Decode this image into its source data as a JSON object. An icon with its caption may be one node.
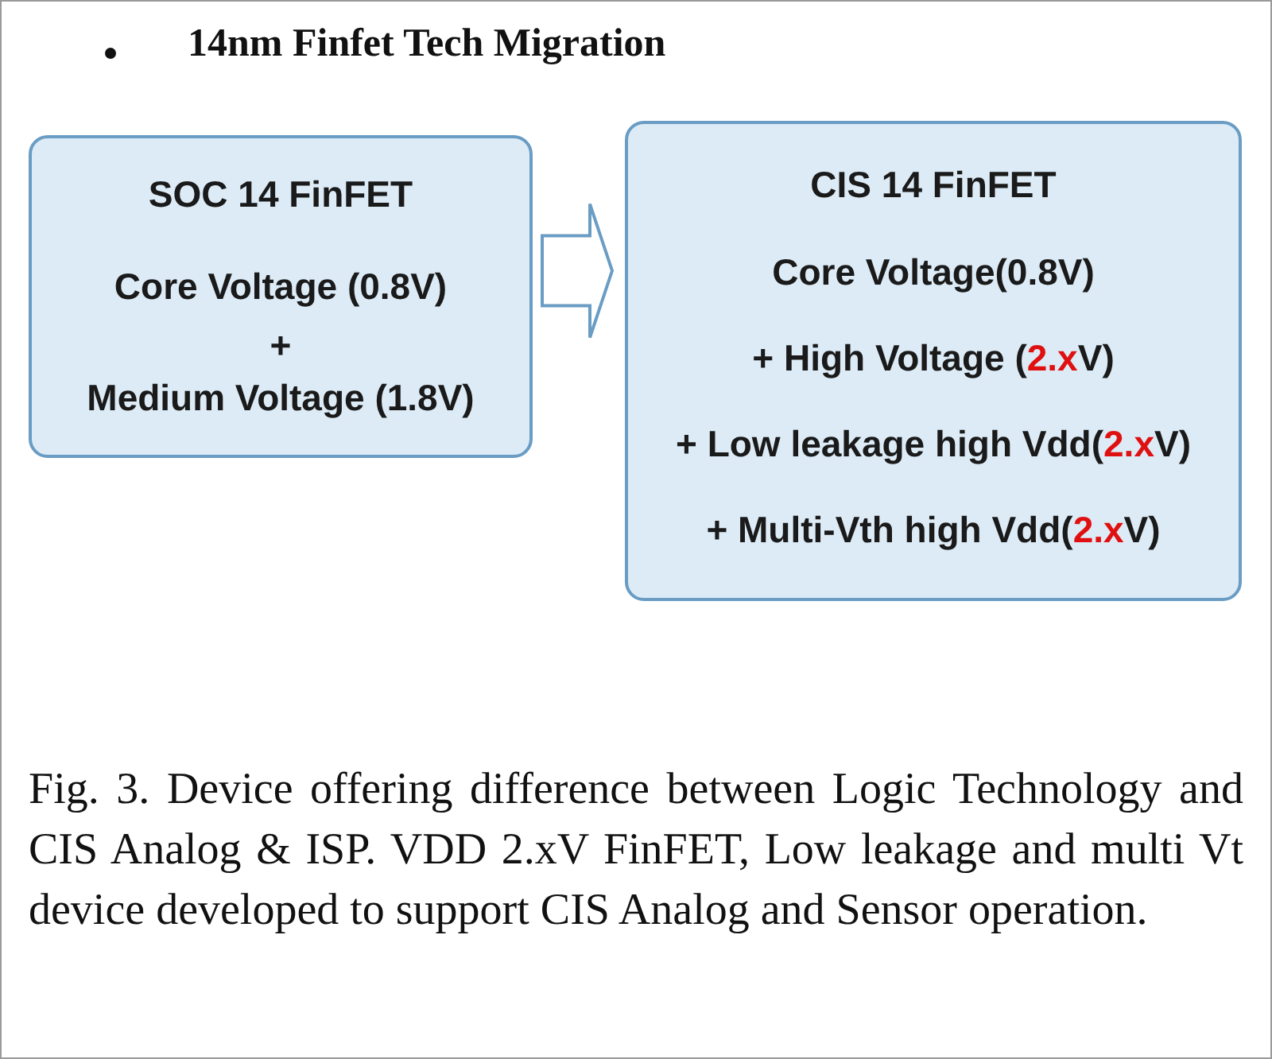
{
  "diagram": {
    "title": "14nm Finfet Tech Migration",
    "caption": "Fig. 3. Device offering difference between Logic Technology and CIS Analog & ISP. VDD 2.xV FinFET, Low leakage and multi Vt device developed to support CIS Analog and Sensor operation.",
    "nodes": [
      {
        "text": [
          "SOC 14 FinFET",
          "Core Voltage (0.8V)",
          "+",
          "Medium Voltage (1.8V)"
        ]
      },
      {
        "text": [
          "CIS 14 FinFET",
          "Core Voltage(0.8V)",
          "+ High Voltage (**2.x**V)",
          "+ Low leakage high Vdd(**2.x**V)",
          "+ Multi-Vth high Vdd(**2.x**V)"
        ]
      }
    ],
    "edges": [
      {
        "from": 0,
        "to": 1,
        "arrow": "to"
      }
    ]
  }
}
